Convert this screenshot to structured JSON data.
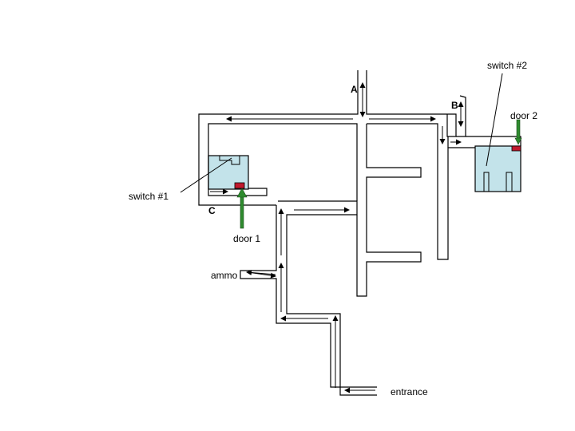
{
  "labels": {
    "a": "A",
    "b": "B",
    "c": "C",
    "switch1": "switch #1",
    "switch2": "switch #2",
    "door1": "door 1",
    "door2": "door 2",
    "ammo": "ammo",
    "entrance": "entrance"
  },
  "colors": {
    "wall": "#000000",
    "room_fill": "#c3e3ea",
    "door": "#c0192d",
    "door_arrow": "#2e8b2e"
  }
}
